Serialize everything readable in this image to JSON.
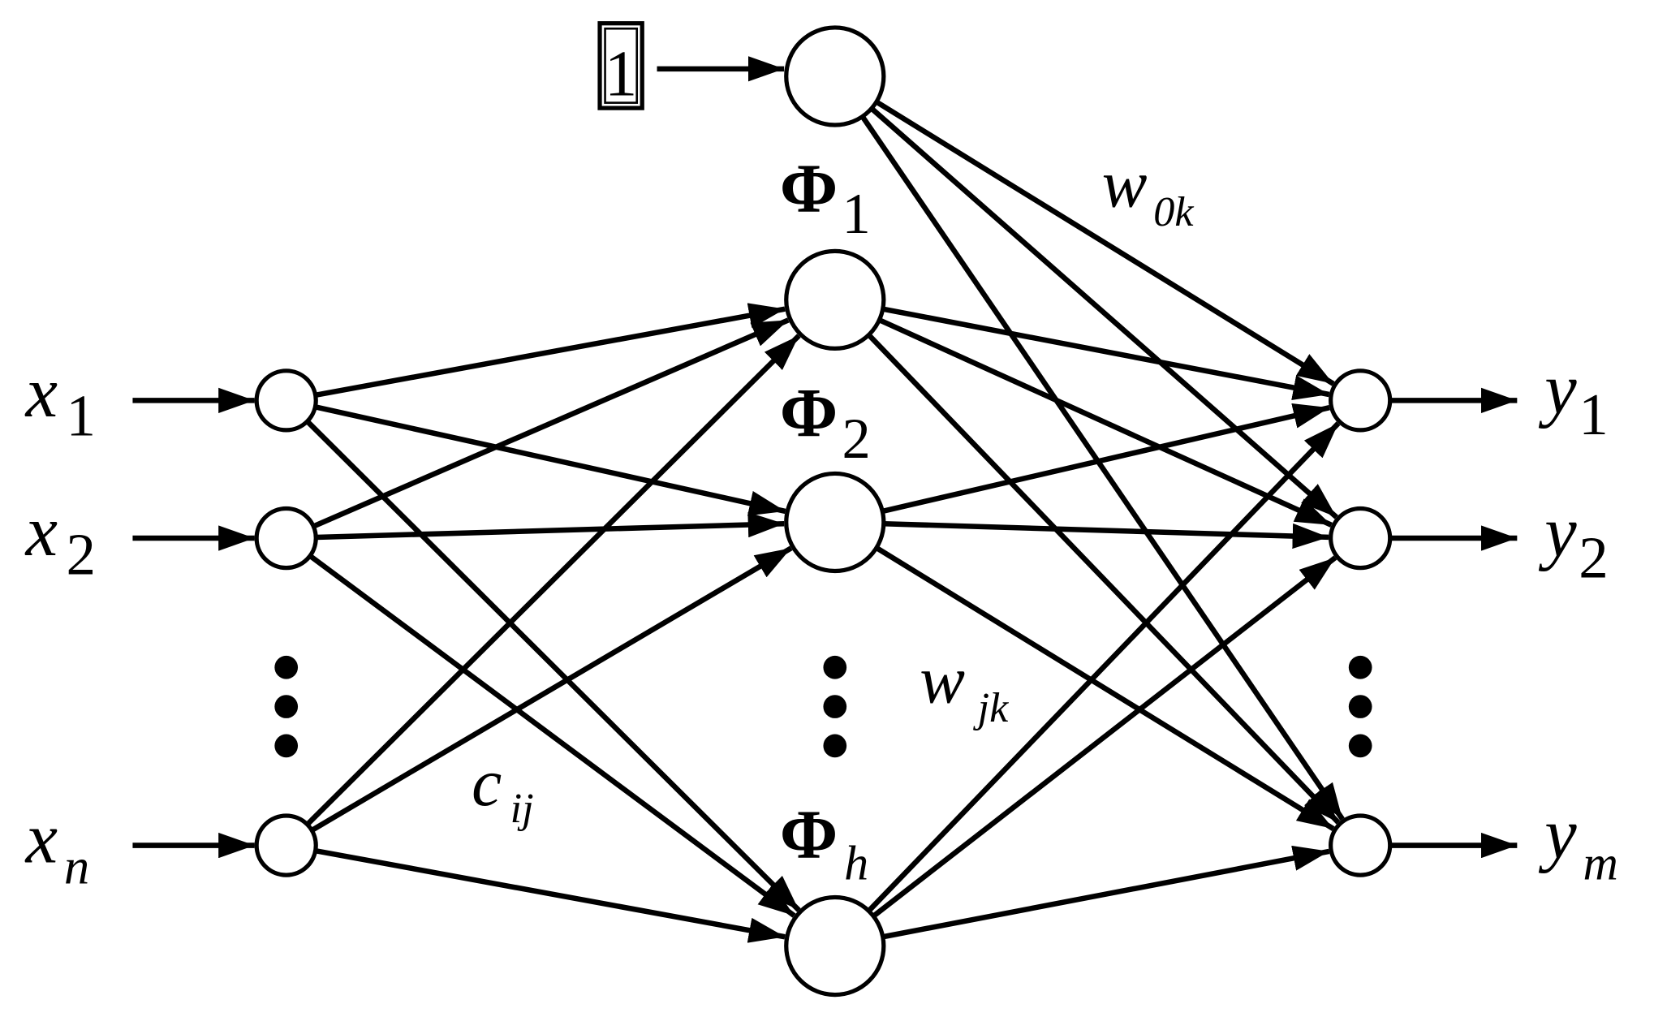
{
  "bias": {
    "value": "1"
  },
  "inputs": [
    {
      "base": "x",
      "sub": "1"
    },
    {
      "base": "x",
      "sub": "2"
    },
    {
      "base": "x",
      "sub": "n"
    }
  ],
  "hidden": [
    {
      "base": "Φ",
      "sub": "1"
    },
    {
      "base": "Φ",
      "sub": "2"
    },
    {
      "base": "Φ",
      "sub": "h"
    }
  ],
  "outputs": [
    {
      "base": "y",
      "sub": "1"
    },
    {
      "base": "y",
      "sub": "2"
    },
    {
      "base": "y",
      "sub": "m"
    }
  ],
  "weights": {
    "input_hidden": {
      "base": "c",
      "sub": "ij"
    },
    "hidden_output": {
      "base": "w",
      "sub": "jk"
    },
    "bias_output": {
      "base": "w",
      "sub": "0k"
    }
  },
  "colors": {
    "stroke": "#000000",
    "background": "#ffffff"
  }
}
